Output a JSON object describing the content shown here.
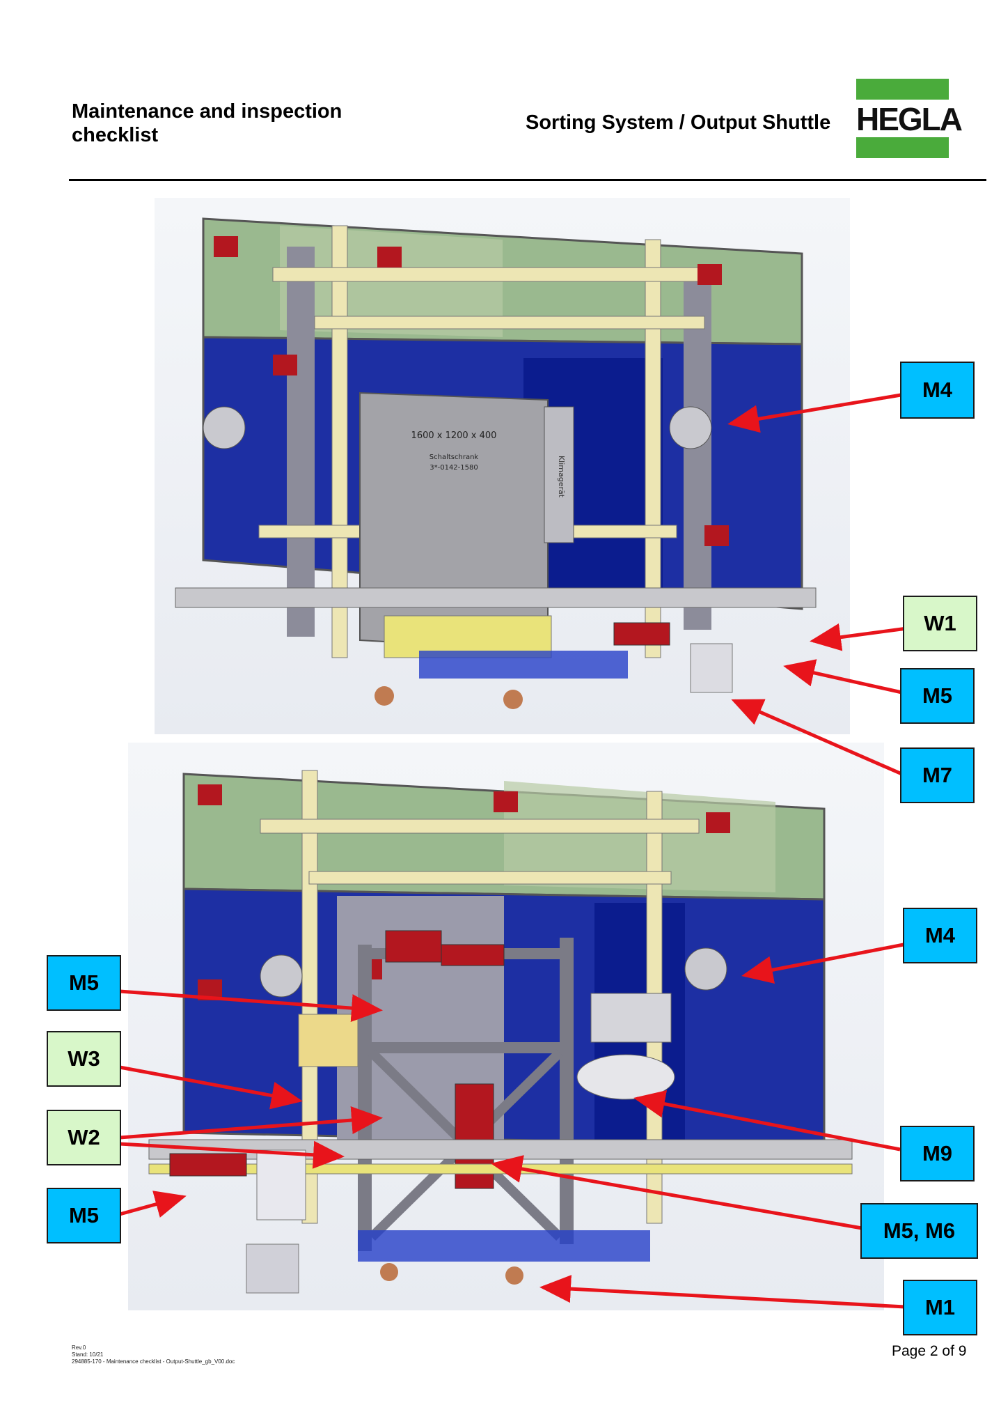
{
  "header": {
    "title": "Maintenance and inspection checklist",
    "subtitle": "Sorting System / Output Shuttle",
    "logo_text": "HEGLA"
  },
  "figure1": {
    "cabinet_lines": [
      "1600 x 1200 x 400",
      "Schaltschrank",
      "3*-0142-1580"
    ],
    "side_box_text": "Klimagerät"
  },
  "labels": {
    "top_m4": "M4",
    "top_w1": "W1",
    "top_m5": "M5",
    "top_m7": "M7",
    "bot_m4": "M4",
    "bot_m5_left_top": "M5",
    "bot_w3": "W3",
    "bot_w2": "W2",
    "bot_m5_left_bottom": "M5",
    "bot_m9": "M9",
    "bot_m5m6": "M5, M6",
    "bot_m1": "M1"
  },
  "footer": {
    "rev": "Rev.0",
    "stand": "Stand: 10/21",
    "doc": "294885-170 - Maintenance checklist - Output-Shuttle_gb_V00.doc",
    "page": "Page 2 of 9"
  },
  "colors": {
    "callout_blue": "#00bfff",
    "callout_green": "#d8f7c9",
    "arrow_red": "#e8141b",
    "frame_blue": "#1d2fa3",
    "panel_green": "#9ab98f",
    "frame_cream": "#ede6b4",
    "brand_green": "#4aab3b"
  }
}
